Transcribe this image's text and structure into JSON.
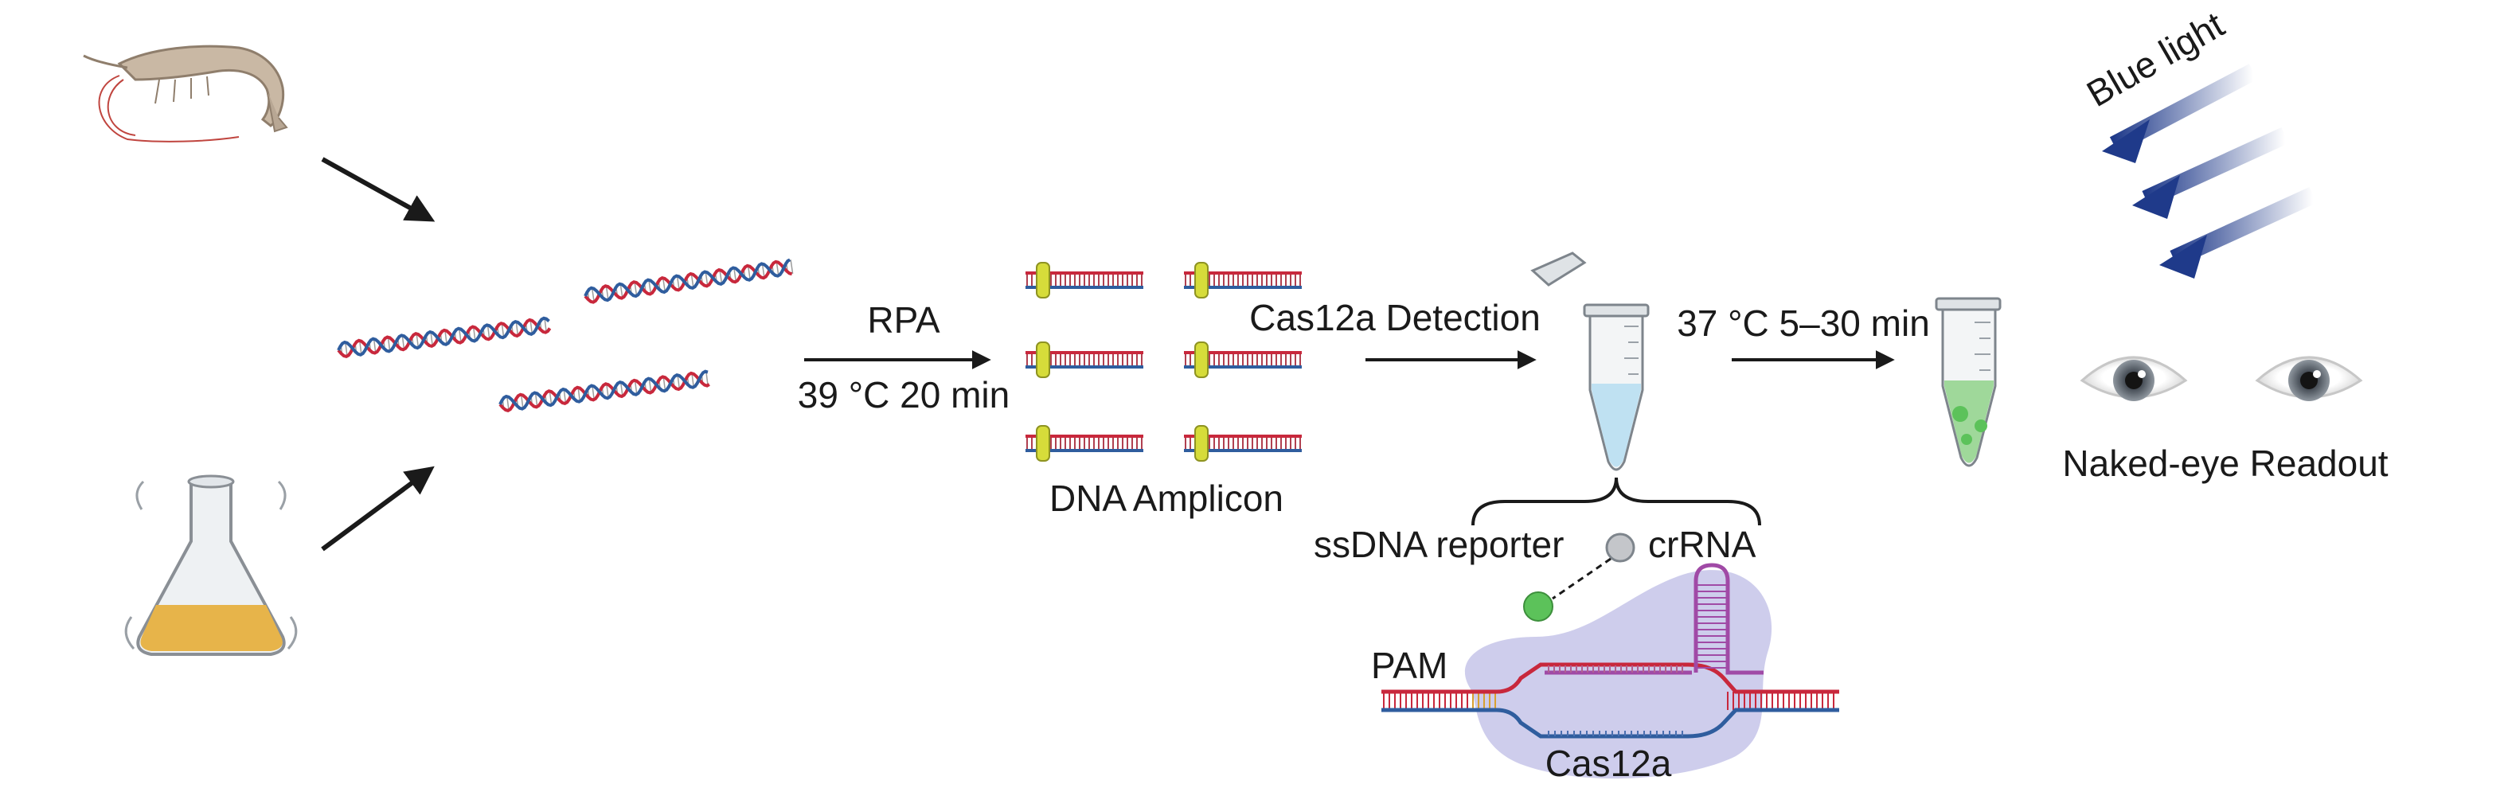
{
  "labels": {
    "rpa": "RPA",
    "rpa_condition": "39 °C 20 min",
    "amplicon": "DNA Amplicon",
    "detection": "Cas12a Detection",
    "detection_condition": "37 °C 5–30 min",
    "ssdna_reporter": "ssDNA reporter",
    "crrna": "crRNA",
    "pam": "PAM",
    "cas12a": "Cas12a",
    "blue_light": "Blue light",
    "readout": "Naked-eye Readout"
  },
  "colors": {
    "dna_red": "#c8283c",
    "dna_blue": "#2f5d9e",
    "primer_yellow": "#d6dc3a",
    "arrow_dark": "#1a1a1a",
    "blue_light": "#1f3a8a",
    "liquid_blue": "#bfe1f2",
    "liquid_green": "#9fd89a",
    "fluor_green": "#5cc25a",
    "quencher_grey": "#c4c6ca",
    "cas12a_fill": "#c9c8ea",
    "crrna_purple": "#a04aa6",
    "flask_media": "#e7b44a"
  }
}
